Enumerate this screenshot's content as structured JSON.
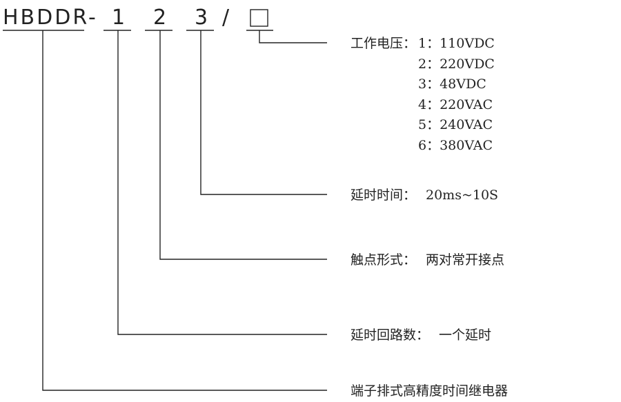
{
  "model_code": {
    "prefix": "HBDDR",
    "dash": "-",
    "digit1": "1",
    "digit2": "2",
    "digit3": "3",
    "slash": "/"
  },
  "voltage": {
    "title": "工作电压：",
    "options": [
      "1：110VDC",
      "2：220VDC",
      "3：48VDC",
      "4：220VAC",
      "5：240VAC",
      "6：380VAC"
    ]
  },
  "delay_time": {
    "title": "延时时间：",
    "value": "20ms~10S"
  },
  "contact_form": {
    "title": "触点形式：",
    "value": "两对常开接点"
  },
  "delay_circuits": {
    "title": "延时回路数：",
    "value": "一个延时"
  },
  "product_name": "端子排式高精度时间继电器"
}
